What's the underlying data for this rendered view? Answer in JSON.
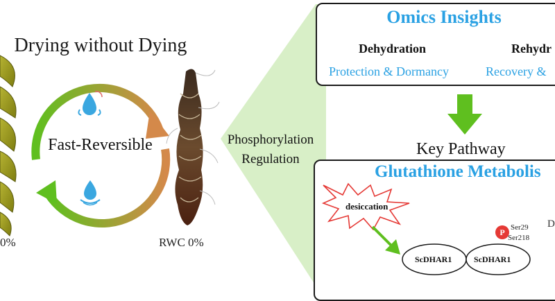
{
  "left": {
    "title": "Drying without Dying",
    "cycle_label": "Fast-Reversible",
    "rwc_left": "0%",
    "rwc_right": "RWC 0%"
  },
  "middle": {
    "label_line1": "Phosphorylation",
    "label_line2": "Regulation"
  },
  "omics_panel": {
    "title": "Omics Insights",
    "dehydration": "Dehydration",
    "rehydration": "Rehydr",
    "protection": "Protection & Dormancy",
    "recovery": "Recovery &"
  },
  "key_pathway": "Key Pathway",
  "pathway_panel": {
    "title": "Glutathione Metabolis",
    "trigger": "desiccation",
    "enzyme_before": "ScDHAR1",
    "enzyme_after": "ScDHAR1",
    "phospho_mark": "P",
    "site_1": "Ser29",
    "site_2": "Ser218",
    "cut_text": "D"
  },
  "colors": {
    "accent_blue": "#2aa1e3",
    "arrow_green": "#5fbf1f",
    "arrow_orange": "#d4894a",
    "funnel_green": "#d8efc7",
    "burst_red": "#e53935",
    "phospho_red": "#e53935"
  },
  "icons": [
    "water-drop-icon",
    "plant-leaf-icon",
    "dried-plant-icon"
  ]
}
